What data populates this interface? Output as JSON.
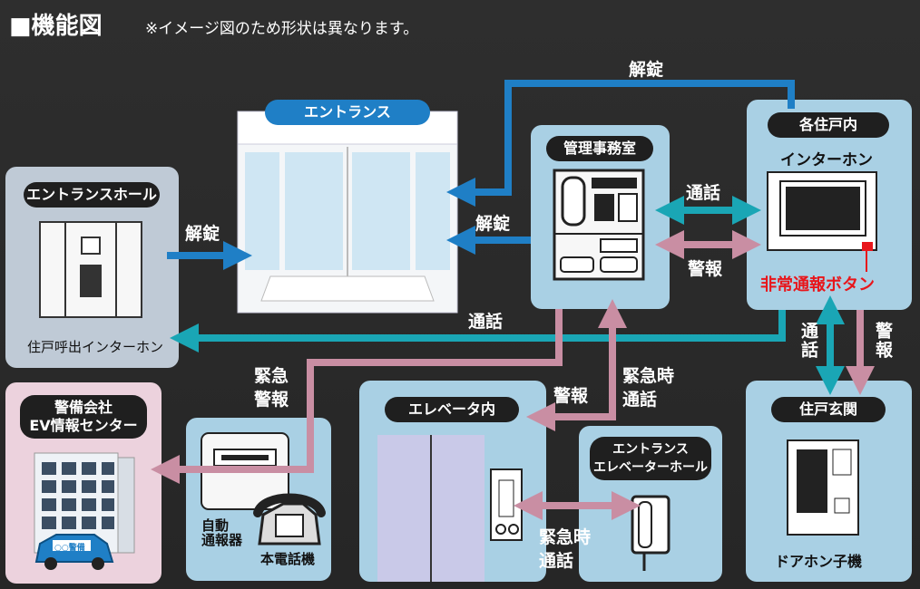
{
  "header": {
    "title": "■機能図",
    "note": "※イメージ図のため形状は異なります。"
  },
  "nodes": {
    "entrance": "エントランス",
    "entrance_hall": "エントランスホール",
    "entrance_hall_caption": "住戸呼出インターホン",
    "management": "管理事務室",
    "unit_interior": "各住戸内",
    "unit_intercom": "インターホン",
    "emergency_button": "非常通報ボタン",
    "security_company_line1": "警備会社",
    "security_company_line2": "EV情報センター",
    "car_plate": "○○警備",
    "auto_dialer": "自動\n通報器",
    "phone": "本電話機",
    "elevator_interior": "エレベータ内",
    "elevator_hall_line1": "エントランス",
    "elevator_hall_line2": "エレベーターホール",
    "unit_entrance": "住戸玄関",
    "door_phone": "ドアホン子機"
  },
  "flows": {
    "unlock_top": "解錠",
    "unlock_left": "解錠",
    "unlock_mid": "解錠",
    "call_mgmt_unit": "通話",
    "alarm_mgmt_unit": "警報",
    "call_long": "通話",
    "emergency_alarm": "緊急\n警報",
    "alarm_elevator": "警報",
    "emergency_call_top": "緊急時\n通話",
    "emergency_call_bottom": "緊急時\n通話",
    "call_vertical": "通話",
    "alarm_vertical": "警報"
  },
  "colors": {
    "blue_arrow": "#1f7fc6",
    "teal_arrow": "#1aa6b5",
    "pink_arrow": "#c98ea3",
    "panel_blue": "#a9d0e4"
  }
}
